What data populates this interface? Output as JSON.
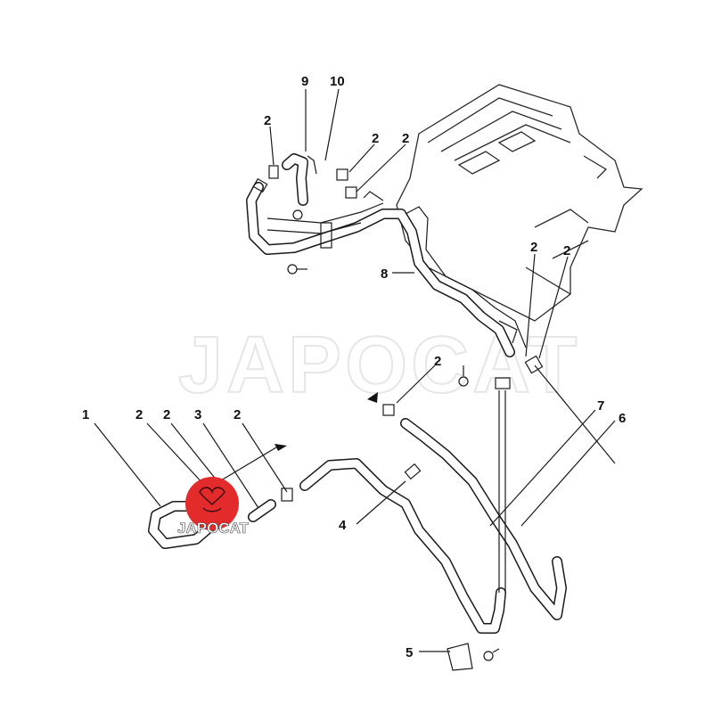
{
  "watermark": {
    "text": "JAPOCAT"
  },
  "logo": {
    "text": "JAPOCAT",
    "color": "#e42b2b"
  },
  "callouts": {
    "p1": "1",
    "p2a": "2",
    "p2b": "2",
    "p3": "3",
    "p2c": "2",
    "p2d": "2",
    "p2e": "2",
    "p2f": "2",
    "p9": "9",
    "p10": "10",
    "p8": "8",
    "p2g": "2",
    "p2h": "2",
    "p2i": "2",
    "p7": "7",
    "p6": "6",
    "p4": "4",
    "p5": "5"
  }
}
